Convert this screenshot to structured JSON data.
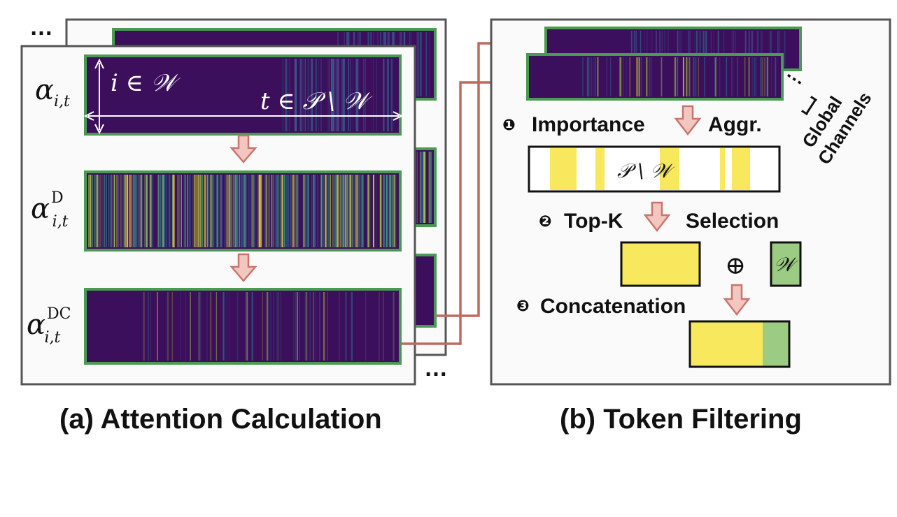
{
  "panel_a": {
    "caption": "(a) Attention Calculation",
    "ellipsis_top": "…",
    "ellipsis_bottom": "…",
    "row1": {
      "alpha": "α",
      "sub": "i,t",
      "sup": ""
    },
    "row2": {
      "alpha": "α",
      "sub": "i,t",
      "sup": "D"
    },
    "row3": {
      "alpha": "α",
      "sub": "i,t",
      "sup": "DC"
    },
    "i_label": "i ∈ 𝒲",
    "t_label": "t ∈ 𝒫 \\ 𝒲"
  },
  "panel_b": {
    "caption": "(b) Token Filtering",
    "global_channels": [
      "Global",
      "Channels"
    ],
    "dots": "⋮",
    "step1": {
      "num": "❶",
      "left": "Importance",
      "right": "Aggr."
    },
    "step2": {
      "num": "❷",
      "left": "Top-K",
      "right": "Selection"
    },
    "step3": {
      "num": "❸",
      "text": "Concatenation"
    },
    "pw_label": "𝒫 \\ 𝒲",
    "w_label": "𝒲",
    "oplus": "⊕"
  },
  "colors": {
    "heat_bg": "#3b0f5c",
    "heat_frame": "#4b9a52",
    "yellow": "#f7e85d",
    "green": "#9ccc83",
    "arrow_fill": "#f4c6c0",
    "arrow_stroke": "#c9756c",
    "line": "#bf6a5e",
    "panel_stroke": "#555555",
    "panel_fill": "#fafafa"
  }
}
